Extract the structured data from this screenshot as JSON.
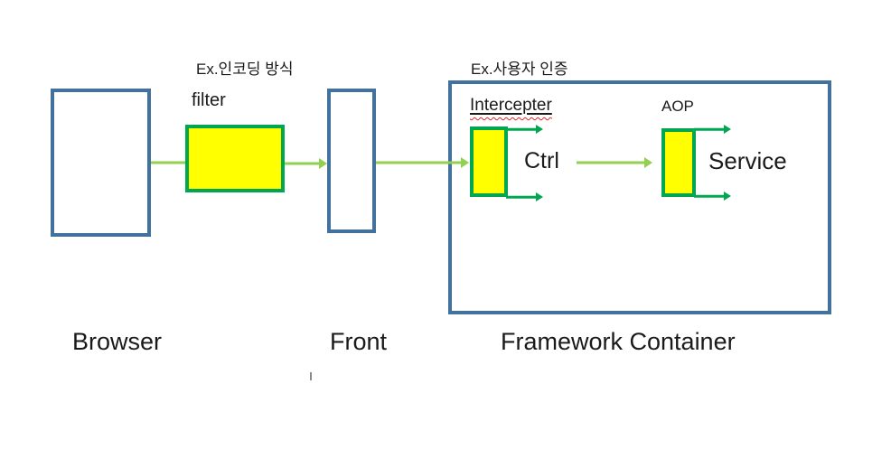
{
  "diagram": {
    "annotations": {
      "encoding_note": "Ex.인코딩 방식",
      "auth_note": "Ex.사용자 인증"
    },
    "nodes": {
      "browser": {
        "label": "Browser"
      },
      "filter": {
        "label": "filter"
      },
      "front": {
        "label": "Front"
      },
      "framework_container": {
        "label": "Framework Container"
      },
      "intercepter": {
        "label": "Intercepter"
      },
      "ctrl": {
        "label": "Ctrl"
      },
      "aop": {
        "label": "AOP"
      },
      "service": {
        "label": "Service"
      }
    },
    "colors": {
      "box_outline_blue": "#41719c",
      "highlight_fill_yellow": "#ffff00",
      "highlight_outline_green": "#00a650",
      "flow_arrow_light_green": "#92d050",
      "branch_arrow_dark_green": "#00a650",
      "spellcheck_underline_red": "#e02424"
    }
  }
}
